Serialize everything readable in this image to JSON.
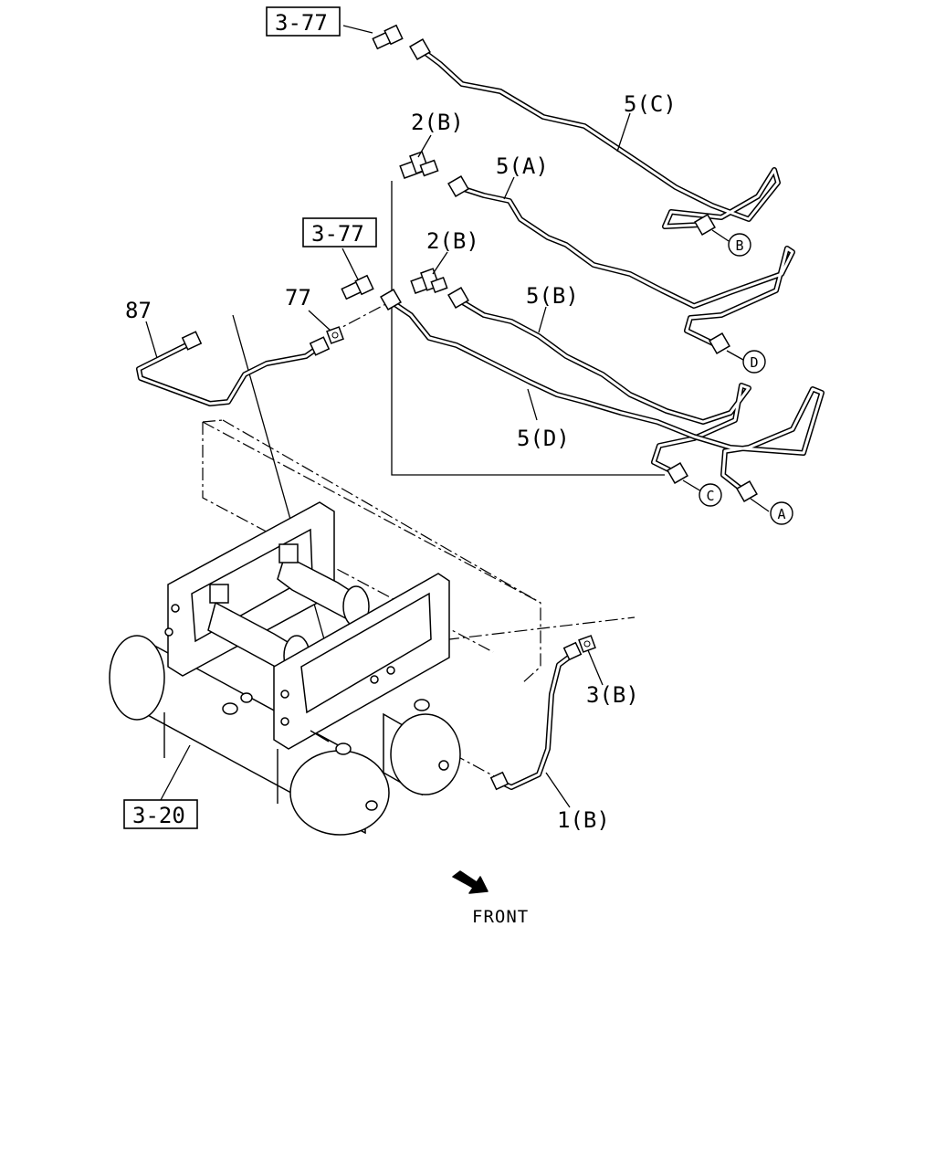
{
  "reference_boxes": [
    {
      "id": "ref-top",
      "text": "3-77"
    },
    {
      "id": "ref-mid",
      "text": "3-77"
    },
    {
      "id": "ref-bottom",
      "text": "3-20"
    }
  ],
  "part_labels": {
    "p5c": "5(C)",
    "p2b_top": "2(B)",
    "p5a": "5(A)",
    "p2b_mid": "2(B)",
    "p5b": "5(B)",
    "p87": "87",
    "p77": "77",
    "p5d": "5(D)",
    "p3b": "3(B)",
    "p1b": "1(B)"
  },
  "connection_markers": {
    "a": "A",
    "b": "B",
    "c": "C",
    "d": "D"
  },
  "direction": {
    "label": "FRONT"
  }
}
